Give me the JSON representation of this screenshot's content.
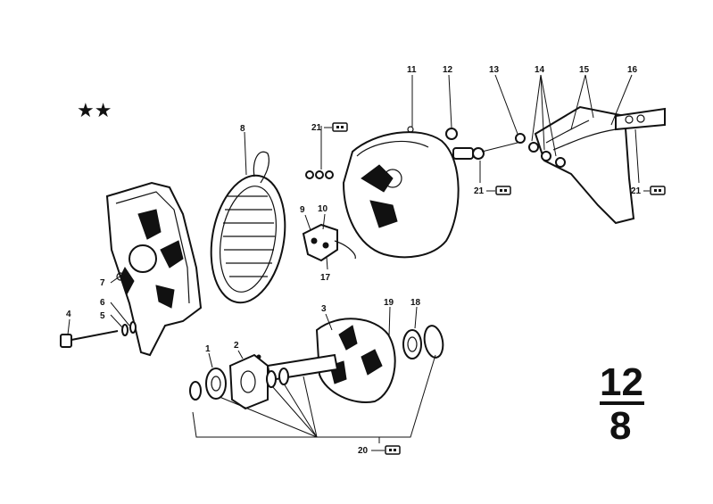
{
  "stars": "★★",
  "callouts": {
    "c1": "1",
    "c2": "2",
    "c3": "3",
    "c4": "4",
    "c5": "5",
    "c6": "6",
    "c7": "7",
    "c8": "8",
    "c9": "9",
    "c10": "10",
    "c11": "11",
    "c12": "12",
    "c13": "13",
    "c14": "14",
    "c15": "15",
    "c16": "16",
    "c17": "17",
    "c18": "18",
    "c19": "19",
    "c20": "20",
    "c21a": "21",
    "c21b": "21",
    "c21c": "21"
  },
  "section": {
    "top": "12",
    "bottom": "8"
  },
  "colors": {
    "ink": "#111111",
    "paper": "#ffffff"
  }
}
